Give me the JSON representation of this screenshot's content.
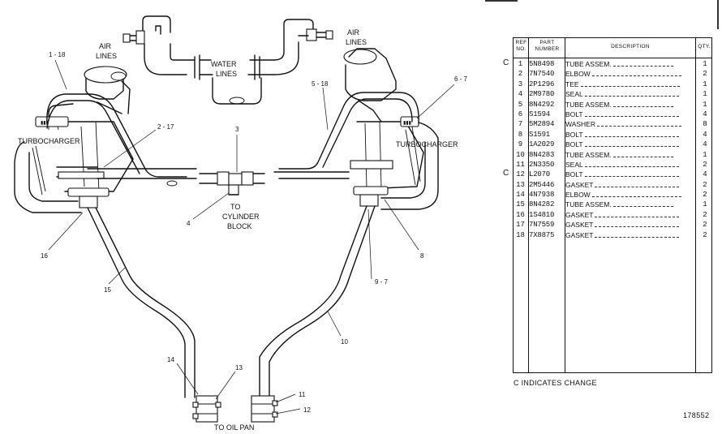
{
  "diagram": {
    "labels": {
      "air_lines_left": [
        "AIR",
        "LINES"
      ],
      "air_lines_right": [
        "AIR",
        "LINES"
      ],
      "water_lines": [
        "WATER",
        "LINES"
      ],
      "turbo_left": "TURBOCHARGER",
      "turbo_right": "TURBOCHARGER",
      "to_cylinder_block": [
        "TO",
        "CYLINDER",
        "BLOCK"
      ],
      "to_oil_pan": "TO OIL PAN"
    },
    "callouts": {
      "c1_18": "1 - 18",
      "c2_17": "2 - 17",
      "c3": "3",
      "c4": "4",
      "c16": "16",
      "c15": "15",
      "c14": "14",
      "c13": "13",
      "c5_18": "5 - 18",
      "c6_7": "6 - 7",
      "c8": "8",
      "c9_7": "9 - 7",
      "c10": "10",
      "c11": "11",
      "c12": "12"
    }
  },
  "table": {
    "headers": {
      "ref": [
        "REF",
        "NO."
      ],
      "part": [
        "PART",
        "NUMBER"
      ],
      "description": "DESCRIPTION",
      "qty": "QTY."
    },
    "rows": [
      {
        "ref": "1",
        "part": "5N8498",
        "description": "TUBE ASSEM.",
        "qty": "1",
        "change": "C"
      },
      {
        "ref": "2",
        "part": "7N7540",
        "description": "ELBOW",
        "qty": "2",
        "change": ""
      },
      {
        "ref": "3",
        "part": "2P1296",
        "description": "TEE",
        "qty": "1",
        "change": ""
      },
      {
        "ref": "4",
        "part": "2M9780",
        "description": "SEAL",
        "qty": "1",
        "change": ""
      },
      {
        "ref": "5",
        "part": "8N4292",
        "description": "TUBE ASSEM.",
        "qty": "1",
        "change": ""
      },
      {
        "ref": "6",
        "part": "S1594",
        "description": "BOLT",
        "qty": "4",
        "change": ""
      },
      {
        "ref": "7",
        "part": "5M2894",
        "description": "WASHER",
        "qty": "8",
        "change": ""
      },
      {
        "ref": "8",
        "part": "S1591",
        "description": "BOLT",
        "qty": "4",
        "change": ""
      },
      {
        "ref": "9",
        "part": "1A2029",
        "description": "BOLT",
        "qty": "4",
        "change": ""
      },
      {
        "ref": "10",
        "part": "8N4283",
        "description": "TUBE ASSEM.",
        "qty": "1",
        "change": ""
      },
      {
        "ref": "11",
        "part": "2N3350",
        "description": "SEAL",
        "qty": "2",
        "change": ""
      },
      {
        "ref": "12",
        "part": "L2070",
        "description": "BOLT",
        "qty": "4",
        "change": "C"
      },
      {
        "ref": "13",
        "part": "2M5446",
        "description": "GASKET",
        "qty": "2",
        "change": ""
      },
      {
        "ref": "14",
        "part": "4N7938",
        "description": "ELBOW",
        "qty": "2",
        "change": ""
      },
      {
        "ref": "15",
        "part": "8N4282",
        "description": "TUBE ASSEM.",
        "qty": "1",
        "change": ""
      },
      {
        "ref": "16",
        "part": "1S4810",
        "description": "GASKET",
        "qty": "2",
        "change": ""
      },
      {
        "ref": "17",
        "part": "7N7559",
        "description": "GASKET",
        "qty": "2",
        "change": ""
      },
      {
        "ref": "18",
        "part": "7X8875",
        "description": "GASKET",
        "qty": "2",
        "change": ""
      }
    ],
    "note": "C  INDICATES CHANGE"
  },
  "figure_number": "178552"
}
